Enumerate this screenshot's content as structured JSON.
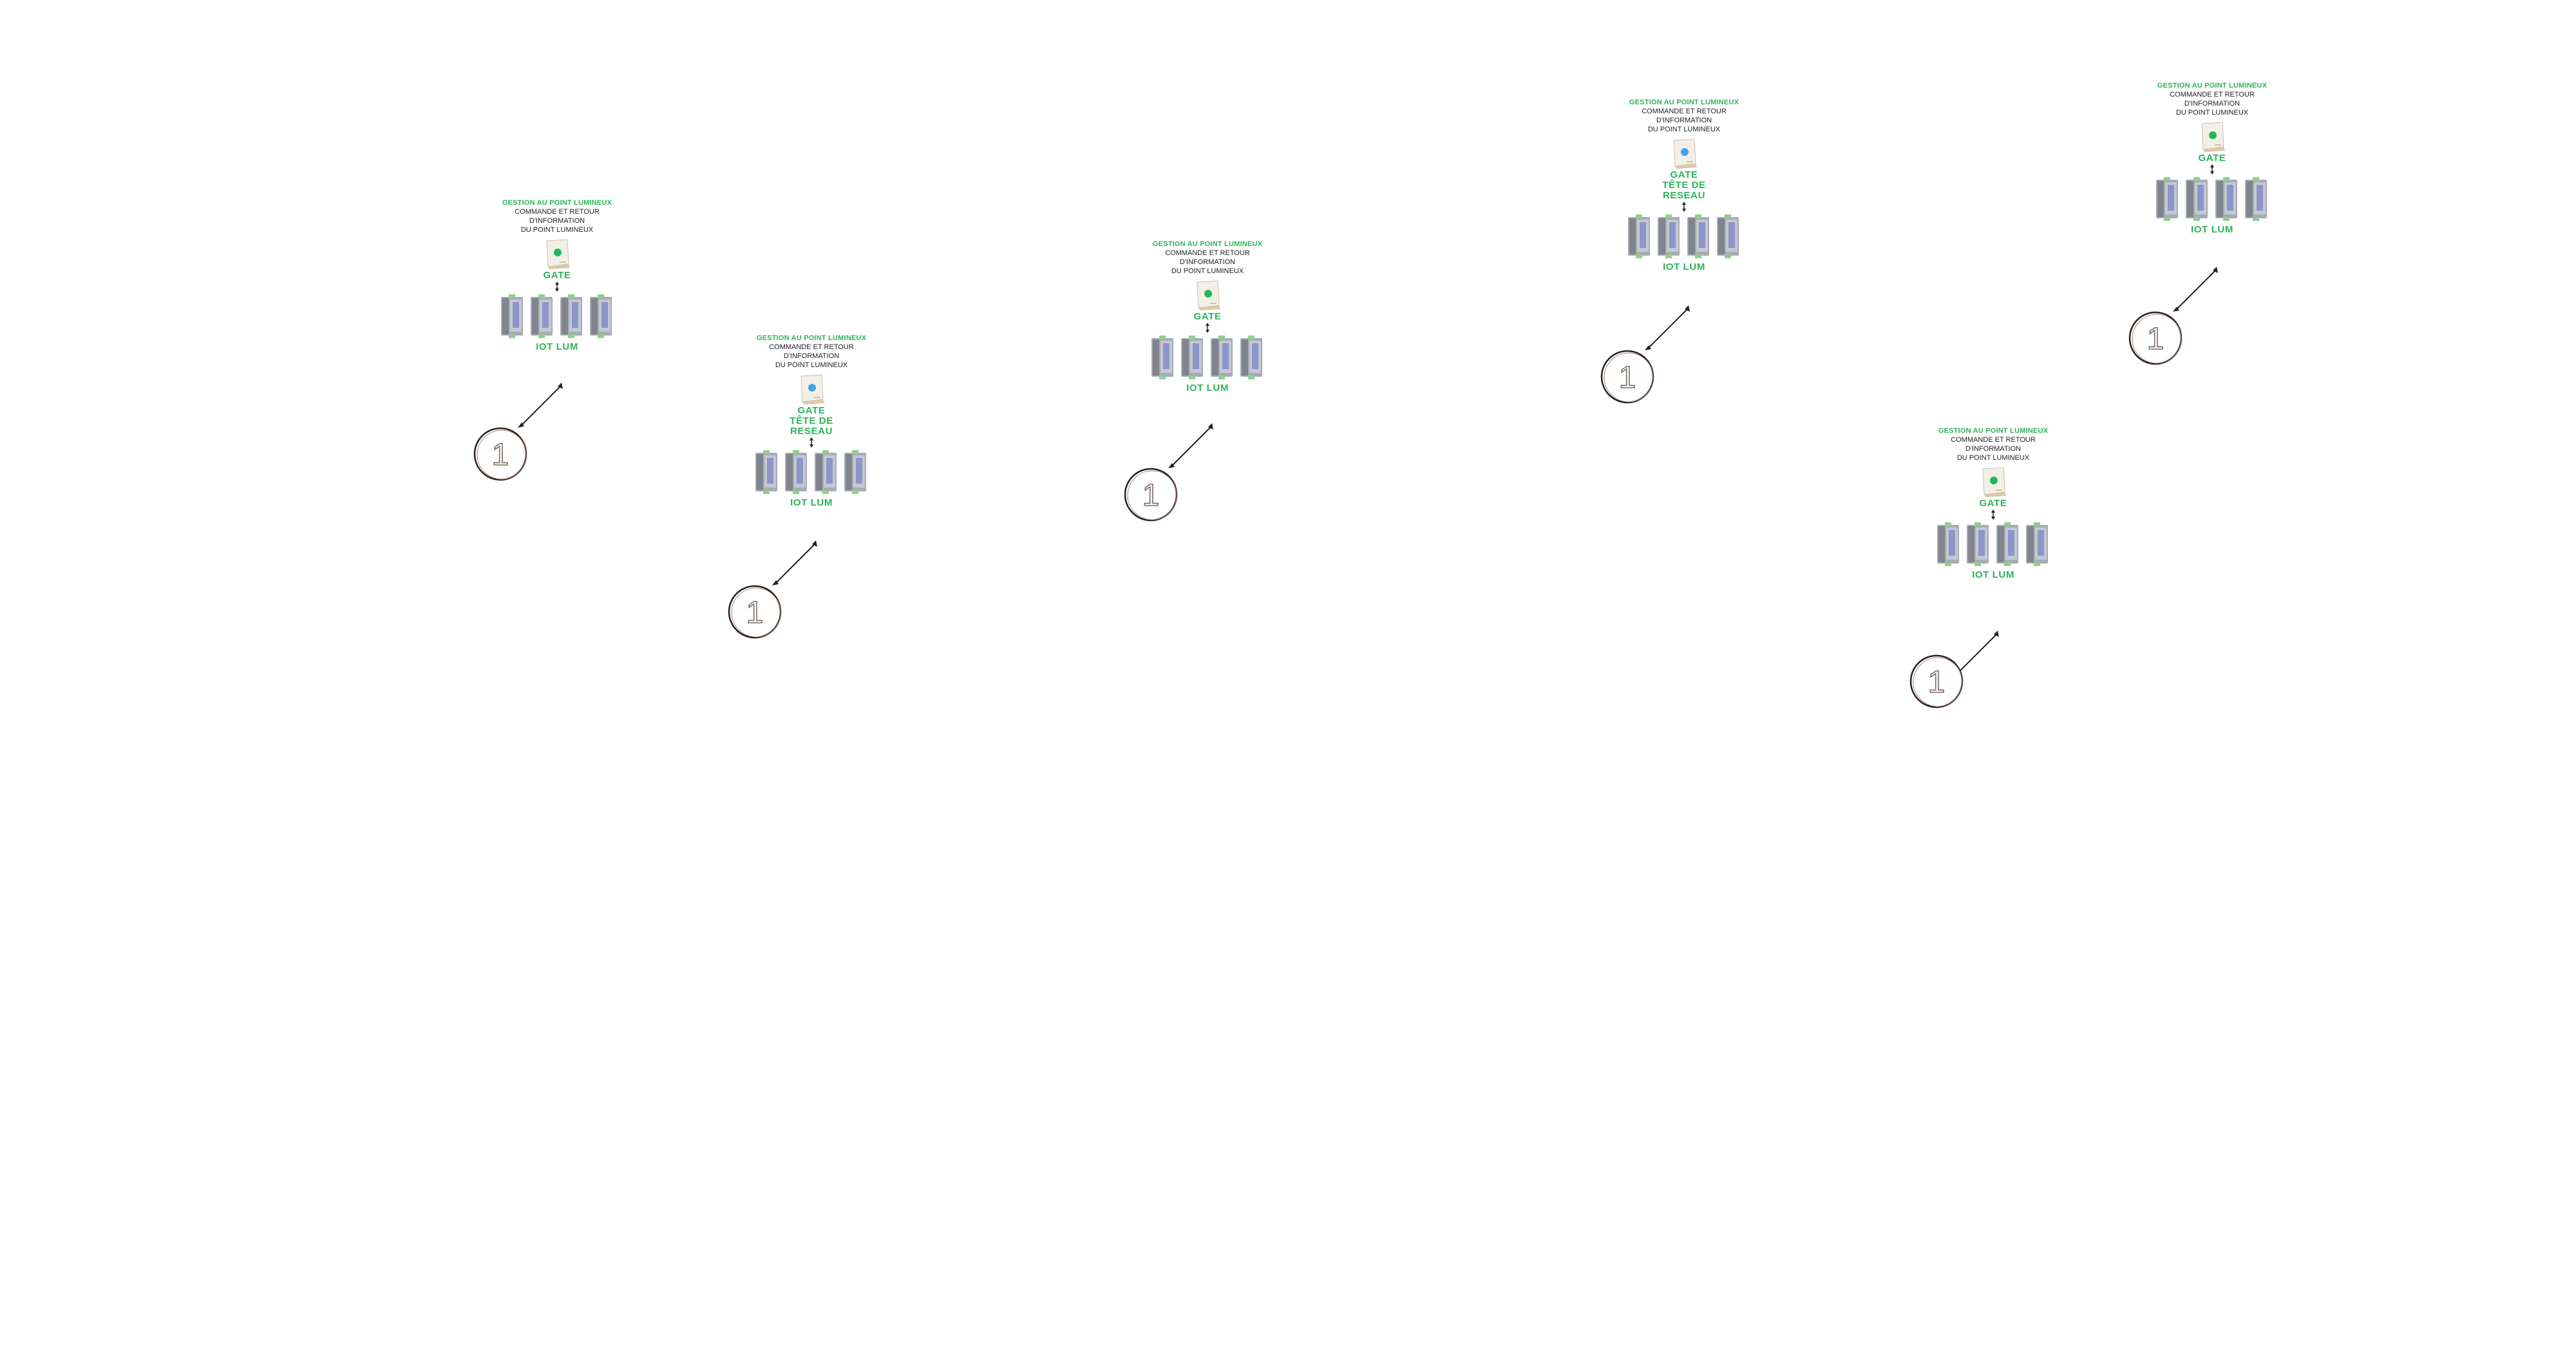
{
  "colors": {
    "accent": "#2db35a",
    "text": "#222222",
    "gate_led_green": "#1fb85a",
    "gate_led_blue": "#3ea6e8"
  },
  "groups": [
    {
      "title": "GESTION AU POINT LUMINEUX",
      "desc1": "COMMANDE ET RETOUR",
      "desc2": "D'INFORMATION",
      "desc3": "DU POINT LUMINEUX",
      "gate": [
        "GATE"
      ],
      "led": "green",
      "iot": "IOT LUM",
      "badge": "1"
    },
    {
      "title": "GESTION AU POINT LUMINEUX",
      "desc1": "COMMANDE ET RETOUR",
      "desc2": "D'INFORMATION",
      "desc3": "DU POINT LUMINEUX",
      "gate": [
        "GATE",
        "TÊTE DE",
        "RESEAU"
      ],
      "led": "blue",
      "iot": "IOT LUM",
      "badge": "1"
    },
    {
      "title": "GESTION AU POINT LUMINEUX",
      "desc1": "COMMANDE ET RETOUR",
      "desc2": "D'INFORMATION",
      "desc3": "DU POINT LUMINEUX",
      "gate": [
        "GATE"
      ],
      "led": "green",
      "iot": "IOT LUM",
      "badge": "1"
    },
    {
      "title": "GESTION AU POINT LUMINEUX",
      "desc1": "COMMANDE ET RETOUR",
      "desc2": "D'INFORMATION",
      "desc3": "DU POINT LUMINEUX",
      "gate": [
        "GATE",
        "TÊTE DE",
        "RESEAU"
      ],
      "led": "blue",
      "iot": "IOT LUM",
      "badge": "1"
    },
    {
      "title": "GESTION AU POINT LUMINEUX",
      "desc1": "COMMANDE ET RETOUR",
      "desc2": "D'INFORMATION",
      "desc3": "DU POINT LUMINEUX",
      "gate": [
        "GATE"
      ],
      "led": "green",
      "iot": "IOT LUM",
      "badge": "1"
    },
    {
      "title": "GESTION AU POINT LUMINEUX",
      "desc1": "COMMANDE ET RETOUR",
      "desc2": "D'INFORMATION",
      "desc3": "DU POINT LUMINEUX",
      "gate": [
        "GATE"
      ],
      "led": "green",
      "iot": "IOT LUM",
      "badge": "1"
    }
  ]
}
